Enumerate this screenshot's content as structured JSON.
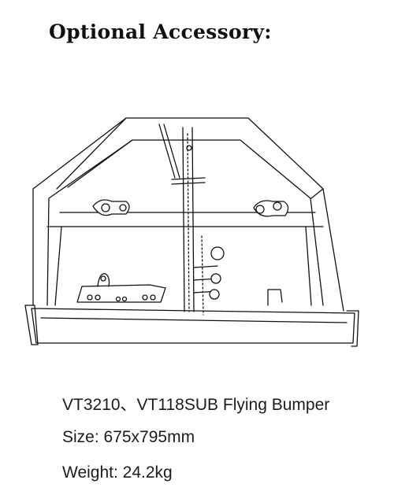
{
  "heading": "Optional Accessory:",
  "product": {
    "name": "VT3210、VT118SUB Flying Bumper",
    "size": "Size: 675x795mm",
    "weight": "Weight: 24.2kg"
  },
  "figure": {
    "icon": "flying-bumper-drawing",
    "stroke_color": "#111111"
  }
}
